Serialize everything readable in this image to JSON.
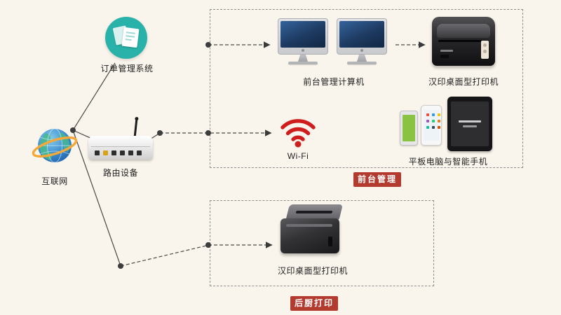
{
  "diagram": {
    "background": "#faf5ec",
    "nodes": {
      "internet": {
        "label": "互联网"
      },
      "order_system": {
        "label": "订单管理系统"
      },
      "router": {
        "label": "路由设备"
      },
      "front_computers": {
        "label": "前台管理计算机"
      },
      "front_printer": {
        "label": "汉印桌面型打印机"
      },
      "wifi": {
        "label": "Wi-Fi"
      },
      "mobile_devices": {
        "label": "平板电脑与智能手机"
      },
      "kitchen_printer": {
        "label": "汉印桌面型打印机"
      }
    },
    "zones": {
      "front_desk": {
        "label": "前台管理"
      },
      "kitchen": {
        "label": "后厨打印"
      }
    },
    "colors": {
      "badge_red": "#b23a2e",
      "wifi_red": "#cf1d1d",
      "system_teal": "#29b2a9",
      "globe_orange": "#f4a83a",
      "connector_gray": "#4a4a4a"
    }
  }
}
